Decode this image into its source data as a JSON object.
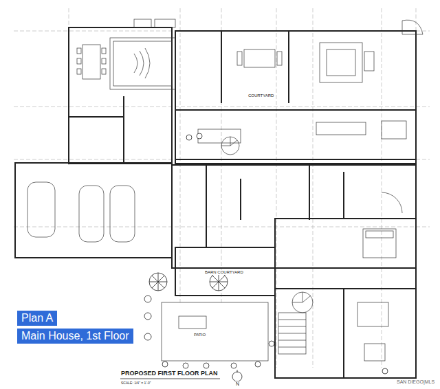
{
  "diagram": {
    "title": "PROPOSED FIRST FLOOR PLAN",
    "nodes": [
      {
        "text": [
          "Plan A",
          "Main House, 1st Floor"
        ]
      }
    ],
    "labels": [
      "COURTYARD",
      "BARN COURTYARD",
      "PATIO",
      "N",
      "SCALE: 1/4\" = 1'-0\"",
      "SAN DIEGO|MLS"
    ]
  }
}
